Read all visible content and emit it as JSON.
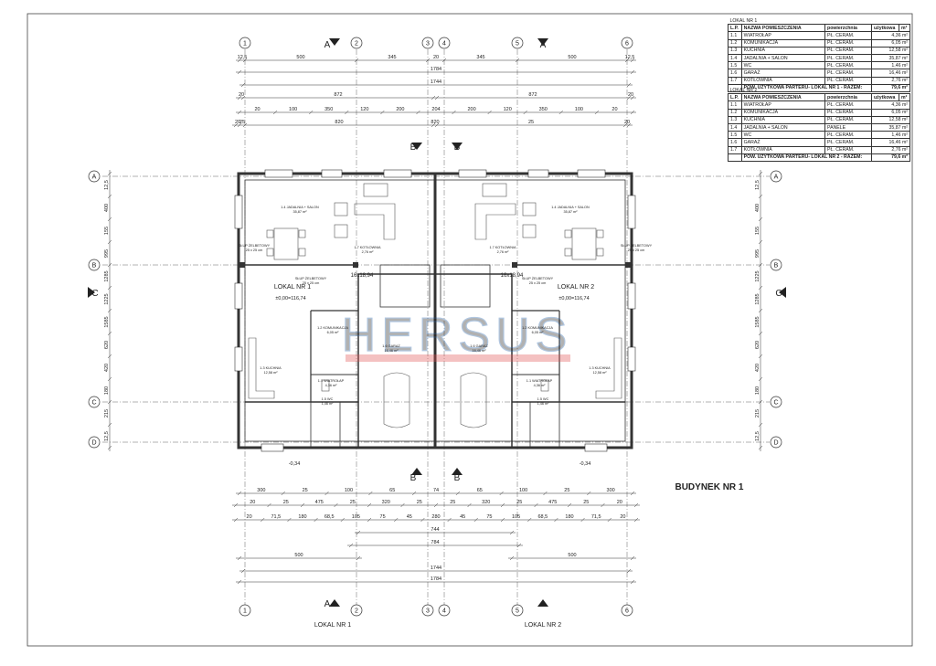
{
  "sheet_title": "BUDYNEK NR 1",
  "grid_columns": [
    "1",
    "2",
    "3",
    "4",
    "5",
    "6"
  ],
  "grid_rows": [
    "A",
    "B",
    "C",
    "D"
  ],
  "section_marks": {
    "a": "A",
    "b": "B",
    "c": "C"
  },
  "units": [
    {
      "name": "LOKAL NR 1",
      "level_mark": "±0,00=116,74"
    },
    {
      "name": "LOKAL NR 2",
      "level_mark": "±0,00=116,74"
    }
  ],
  "bottom_labels": [
    "LOKAL NR 1",
    "LOKAL NR 2"
  ],
  "ext_level": "-0,34",
  "stair_label": "16x18,94",
  "column_label": "SŁUP ŻELBETOWY",
  "column_size": "25 x 25 cm",
  "rooms_left": [
    {
      "name": "1.4 JADALNIA + SALON",
      "area": "35,87 m²"
    },
    {
      "name": "1.7 KOTŁOWNIA",
      "area": "2,76 m²"
    },
    {
      "name": "1.2 KOMUNIKACJA",
      "area": "6,05 m²"
    },
    {
      "name": "1.6 GARAŻ",
      "area": "16,46 m²"
    },
    {
      "name": "1.3 KUCHNIA",
      "area": "12,58 m²"
    },
    {
      "name": "1.1 WIATROŁAP",
      "area": "4,36 m²"
    },
    {
      "name": "1.5 WC",
      "area": "1,46 m²"
    }
  ],
  "dims_top": {
    "row1": [
      "12,5",
      "500",
      "345",
      "20",
      "345",
      "500",
      "12,5"
    ],
    "total_1784": "1784",
    "total_1744": "1744",
    "row3": [
      "20",
      "872",
      "872",
      "20"
    ],
    "row4": [
      "20",
      "100",
      "350",
      "120",
      "200",
      "204",
      "200",
      "120",
      "350",
      "100",
      "20"
    ],
    "row5": [
      "20",
      "25",
      "820",
      "820",
      "25",
      "20"
    ]
  },
  "dims_bottom": {
    "row1": [
      "300",
      "25",
      "100",
      "65",
      "74",
      "65",
      "100",
      "25",
      "300"
    ],
    "row2": [
      "20",
      "25",
      "475",
      "25",
      "320",
      "25",
      "25",
      "320",
      "25",
      "475",
      "25",
      "20"
    ],
    "row3": [
      "20",
      "71,5",
      "180",
      "68,5",
      "105",
      "75",
      "45",
      "280",
      "45",
      "75",
      "105",
      "68,5",
      "180",
      "71,5",
      "20"
    ],
    "t744": "744",
    "t784": "784",
    "t500": "500",
    "t1744": "1744",
    "t1784": "1784"
  },
  "dims_left": [
    "12,5",
    "400",
    "155",
    "995",
    "1285",
    "1225",
    "1585",
    "620",
    "420",
    "180",
    "215",
    "12,5"
  ],
  "dims_right": [
    "12,5",
    "400",
    "155",
    "995",
    "1225",
    "1285",
    "1585",
    "620",
    "420",
    "180",
    "215",
    "12,5"
  ],
  "tables": [
    {
      "title": "LOKAL NR 1",
      "headers": [
        "L.P.",
        "NAZWA POMIESZCZENIA",
        "",
        "powierzchnia",
        "użytkowa",
        "m²"
      ],
      "rows": [
        [
          "1.1",
          "WIATROŁAP",
          "PŁ. CERAM.",
          "4,36 m²"
        ],
        [
          "1.2",
          "KOMUNIKACJA",
          "PŁ. CERAM.",
          "6,05 m²"
        ],
        [
          "1.3",
          "KUCHNIA",
          "PŁ. CERAM.",
          "12,58 m²"
        ],
        [
          "1.4",
          "JADALNIA + SALON",
          "PŁ. CERAM.",
          "35,87 m²"
        ],
        [
          "1.5",
          "WC",
          "PŁ. CERAM.",
          "1,46 m²"
        ],
        [
          "1.6",
          "GARAŻ",
          "PŁ. CERAM.",
          "16,46 m²"
        ],
        [
          "1.7",
          "KOTŁOWNIA",
          "PŁ. CERAM.",
          "2,76 m²"
        ]
      ],
      "sum_label": "POW. UŻYTKOWA PARTERU- LOKAL NR 1 - RAZEM:",
      "sum_value": "79,6 m²"
    },
    {
      "title": "LOKAL NR 2",
      "headers": [
        "L.P.",
        "NAZWA POMIESZCZENIA",
        "",
        "powierzchnia",
        "użytkowa",
        "m²"
      ],
      "rows": [
        [
          "1.1",
          "WIATROŁAP",
          "PŁ. CERAM.",
          "4,36 m²"
        ],
        [
          "1.2",
          "KOMUNIKACJA",
          "PŁ. CERAM.",
          "6,05 m²"
        ],
        [
          "1.3",
          "KUCHNIA",
          "PŁ. CERAM.",
          "12,58 m²"
        ],
        [
          "1.4",
          "JADALNIA + SALON",
          "PANELE",
          "35,87 m²"
        ],
        [
          "1.5",
          "WC",
          "PŁ. CERAM.",
          "1,46 m²"
        ],
        [
          "1.6",
          "GARAŻ",
          "PŁ. CERAM.",
          "16,46 m²"
        ],
        [
          "1.7",
          "KOTŁOWNIA",
          "PŁ. CERAM.",
          "2,76 m²"
        ]
      ],
      "sum_label": "POW. UŻYTKOWA PARTERU- LOKAL NR 2 - RAZEM:",
      "sum_value": "79,6 m²"
    }
  ],
  "colors": {
    "line": "#222222",
    "wall": "#555555",
    "watermark_blue": "#1f5fa8",
    "watermark_red": "#e05050"
  }
}
